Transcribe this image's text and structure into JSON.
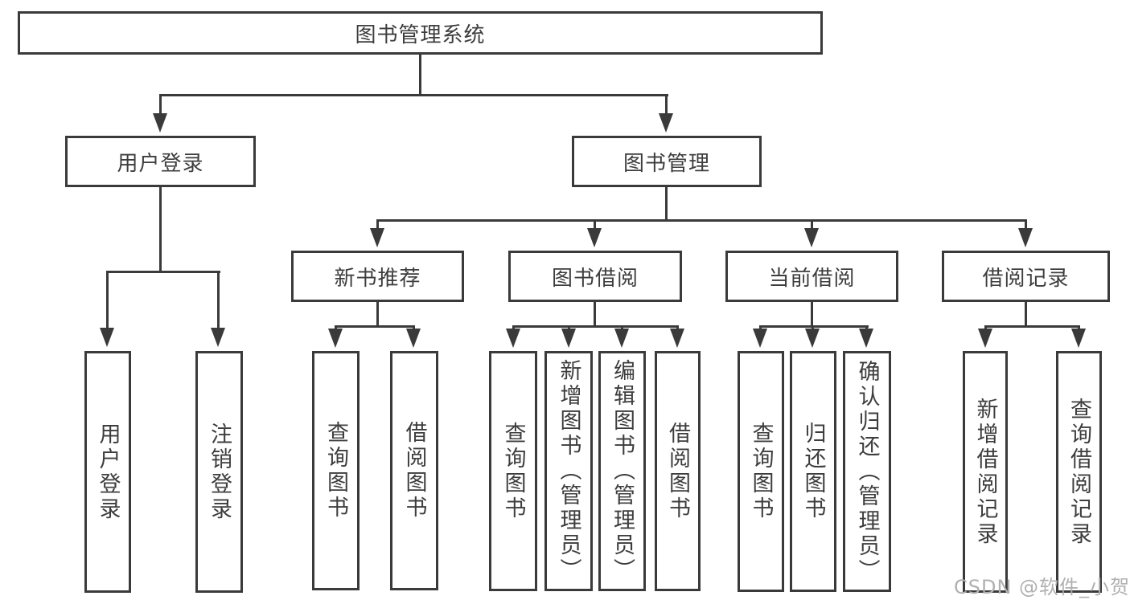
{
  "diagram": {
    "root": {
      "label": "图书管理系统"
    },
    "level2": [
      {
        "label": "用户登录",
        "children": [
          {
            "label": "用户登录"
          },
          {
            "label": "注销登录"
          }
        ]
      },
      {
        "label": "图书管理",
        "children": [
          {
            "label": "新书推荐",
            "children": [
              {
                "label": "查询图书"
              },
              {
                "label": "借阅图书"
              }
            ]
          },
          {
            "label": "图书借阅",
            "children": [
              {
                "label": "查询图书"
              },
              {
                "label": "新增图书（管理员）"
              },
              {
                "label": "编辑图书（管理员）"
              },
              {
                "label": "借阅图书"
              }
            ]
          },
          {
            "label": "当前借阅",
            "children": [
              {
                "label": "查询图书"
              },
              {
                "label": "归还图书"
              },
              {
                "label": "确认归还（管理员）"
              }
            ]
          },
          {
            "label": "借阅记录",
            "children": [
              {
                "label": "新增借阅记录"
              },
              {
                "label": "查询借阅记录"
              }
            ]
          }
        ]
      }
    ]
  },
  "colors": {
    "line": "#3a3a3a",
    "text": "#3d3d3d",
    "watermark": "#b0b0b0",
    "background": "#ffffff"
  },
  "watermark": {
    "text": "CSDN @软件_小贺同学"
  }
}
